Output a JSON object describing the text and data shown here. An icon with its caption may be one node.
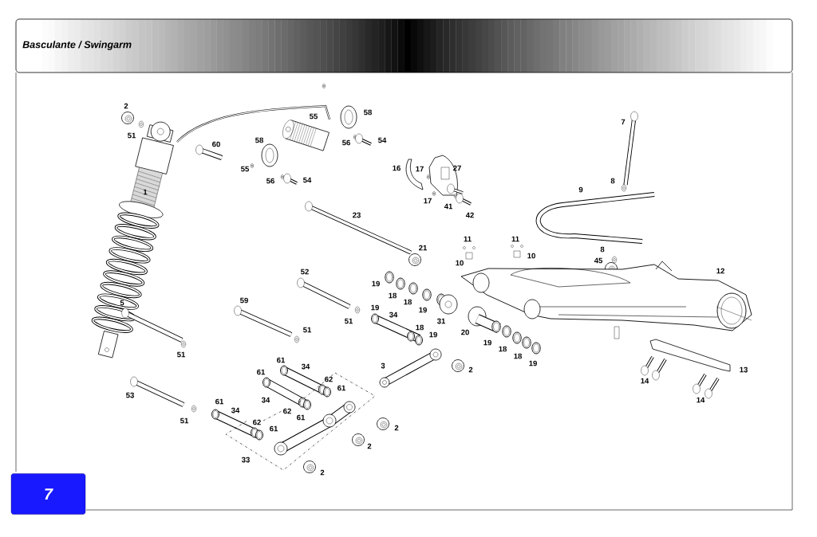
{
  "diagram": {
    "title": "Basculante / Swingarm",
    "labels": [
      "2",
      "51",
      "58",
      "55",
      "60",
      "58",
      "56",
      "54",
      "7",
      "1",
      "55",
      "56",
      "54",
      "16",
      "17",
      "27",
      "8",
      "9",
      "23",
      "17",
      "41",
      "42",
      "11",
      "11",
      "21",
      "10",
      "10",
      "8",
      "45",
      "52",
      "12",
      "19",
      "18",
      "18",
      "19",
      "5",
      "59",
      "51",
      "19",
      "34",
      "18",
      "19",
      "31",
      "51",
      "20",
      "19",
      "18",
      "18",
      "19",
      "51",
      "61",
      "61",
      "34",
      "3",
      "2",
      "13",
      "62",
      "14",
      "61",
      "53",
      "61",
      "34",
      "14",
      "34",
      "62",
      "61",
      "51",
      "62",
      "61",
      "2",
      "2",
      "33",
      "2",
      "7"
    ]
  }
}
